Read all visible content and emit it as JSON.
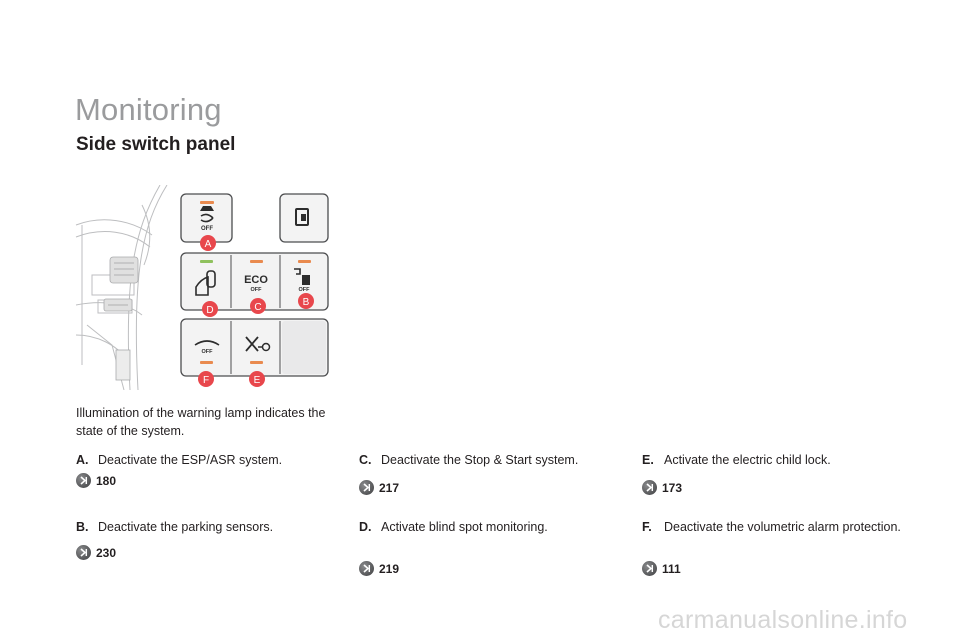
{
  "page": {
    "title": "Monitoring",
    "subtitle": "Side switch panel",
    "intro": "Illumination of the warning lamp indicates the state of the system."
  },
  "panel": {
    "buttons": [
      {
        "label": "A",
        "text": "OFF"
      },
      {
        "label": "B",
        "text": "OFF"
      },
      {
        "label": "C",
        "text": "ECO",
        "subtext": "OFF"
      },
      {
        "label": "D",
        "text": ""
      },
      {
        "label": "E",
        "text": ""
      },
      {
        "label": "F",
        "text": "OFF"
      }
    ]
  },
  "items": [
    {
      "letter": "A.",
      "text": "Deactivate the ESP/ASR system.",
      "page_ref": "180"
    },
    {
      "letter": "B.",
      "text": "Deactivate the parking sensors.",
      "page_ref": "230"
    },
    {
      "letter": "C.",
      "text": "Deactivate the Stop & Start system.",
      "page_ref": "217"
    },
    {
      "letter": "D.",
      "text": "Activate blind spot monitoring.",
      "page_ref": "219"
    },
    {
      "letter": "E.",
      "text": "Activate the electric child lock.",
      "page_ref": "173"
    },
    {
      "letter": "F.",
      "text": "Deactivate the volumetric alarm protection.",
      "page_ref": "111"
    }
  ],
  "watermark": "carmanualsonline.info",
  "colors": {
    "title": "#9a9b9d",
    "callout": "#e8474c",
    "lamp_orange": "#e98a4e",
    "lamp_green": "#8fc15d"
  },
  "icons": [
    "page-reference-icon"
  ]
}
